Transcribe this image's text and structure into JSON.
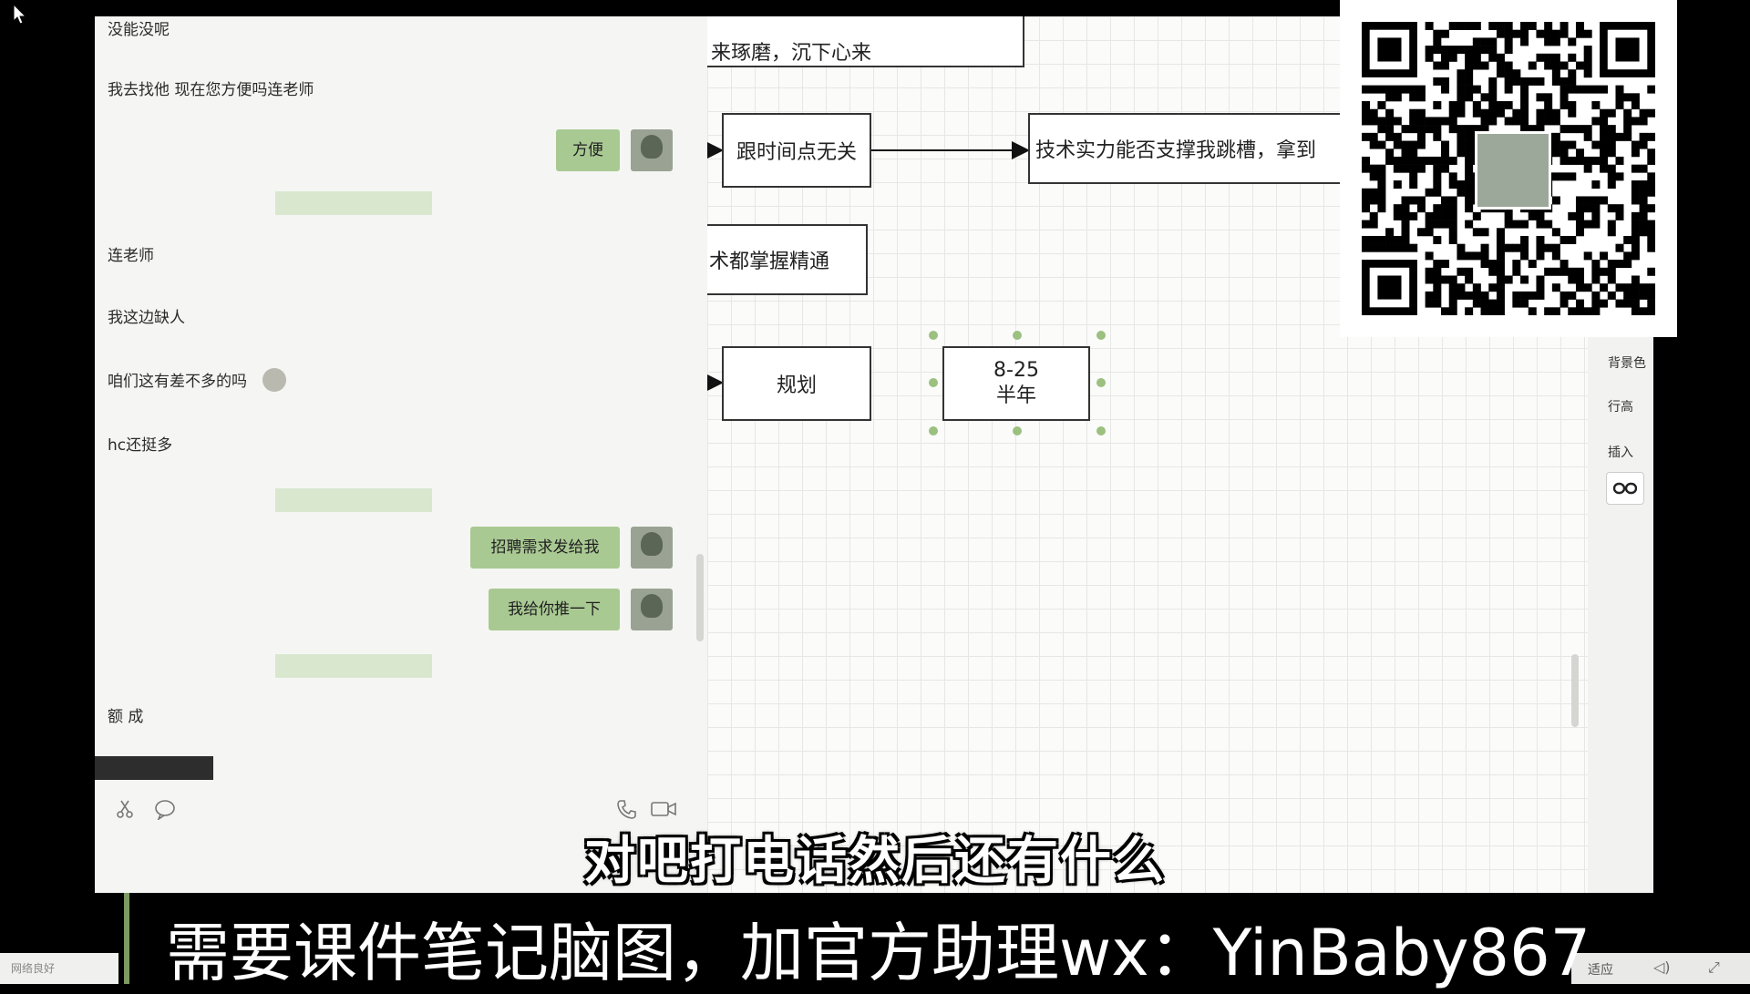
{
  "chat": {
    "messages": [
      {
        "side": "left",
        "text": "没能没呢"
      },
      {
        "side": "left",
        "text": "我去找他 现在您方便吗连老师"
      },
      {
        "side": "right",
        "text": "方便"
      },
      {
        "side": "left",
        "text": "连老师"
      },
      {
        "side": "left",
        "text": "我这边缺人"
      },
      {
        "side": "left",
        "text": "咱们这有差不多的吗"
      },
      {
        "side": "left",
        "text": "hc还挺多"
      },
      {
        "side": "right",
        "text": "招聘需求发给我"
      },
      {
        "side": "right",
        "text": "我给你推一下"
      },
      {
        "side": "left",
        "text": "额 成"
      }
    ]
  },
  "diagram": {
    "nodes": {
      "top_partial": "来琢磨，沉下心来",
      "node_a": "跟时间点无关",
      "node_b": "技术实力能否支撑我跳槽，拿到",
      "node_c": "术都掌握精通",
      "node_d": "规划",
      "node_e_line1": "8-25",
      "node_e_line2": "半年"
    }
  },
  "props_panel": {
    "background_color": "背景色",
    "line_height": "行高",
    "insert": "插入"
  },
  "subtitle": "对吧打电话然后还有什么",
  "banner": "需要课件笔记脑图，加官方助理wx：YinBaby867",
  "taskbar": {
    "left_text": "网络良好",
    "right_text": "适应"
  },
  "colors": {
    "bubble_green": "#a9c993",
    "qr_dark": "#000000",
    "handle_green": "#9bc07f"
  }
}
